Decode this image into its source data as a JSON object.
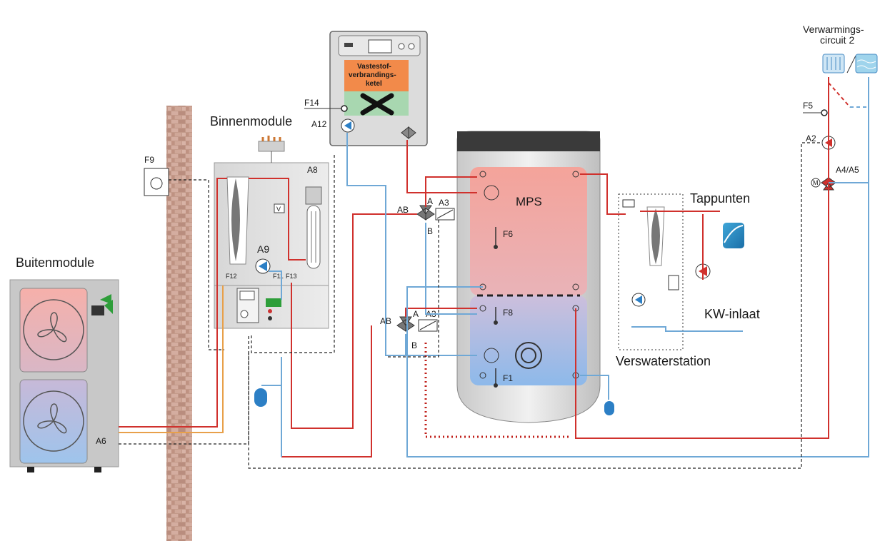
{
  "labels": {
    "outdoor_module": "Buitenmodule",
    "indoor_module": "Binnenmodule",
    "boiler_line1": "Vastestof-",
    "boiler_line2": "verbrandings-",
    "boiler_line3": "ketel",
    "storage_tank": "MPS",
    "taps": "Tappunten",
    "cold_water_inlet": "KW-inlaat",
    "fresh_water_station": "Verswaterstation",
    "heating_circuit_line1": "Verwarmings-",
    "heating_circuit_line2": "circuit 2"
  },
  "components": {
    "f9": "F9",
    "f14": "F14",
    "a12": "A12",
    "a8": "A8",
    "a9": "A9",
    "a6": "A6",
    "v": "V",
    "f6": "F6",
    "f8": "F8",
    "f1": "F1",
    "f5": "F5",
    "a2": "A2",
    "a4a5": "A4/A5",
    "m": "M",
    "valve_top_ab": "AB",
    "valve_top_a": "A",
    "valve_top_a3": "A3",
    "valve_top_b": "B",
    "valve_bot_ab": "AB",
    "valve_bot_a": "A",
    "valve_bot_a3": "A3",
    "valve_bot_b": "B",
    "f12": "F12",
    "f11": "F11",
    "f13": "F13"
  },
  "colors": {
    "hot_pipe": "#d0312d",
    "cold_pipe": "#6fa8d6",
    "refrigerant_pipe": "#e8a04a",
    "tank_hot": "#f2a9a3",
    "tank_cold": "#a9c8ee",
    "brick": "#c8a497",
    "boiler_panel": "#f28a4a"
  }
}
